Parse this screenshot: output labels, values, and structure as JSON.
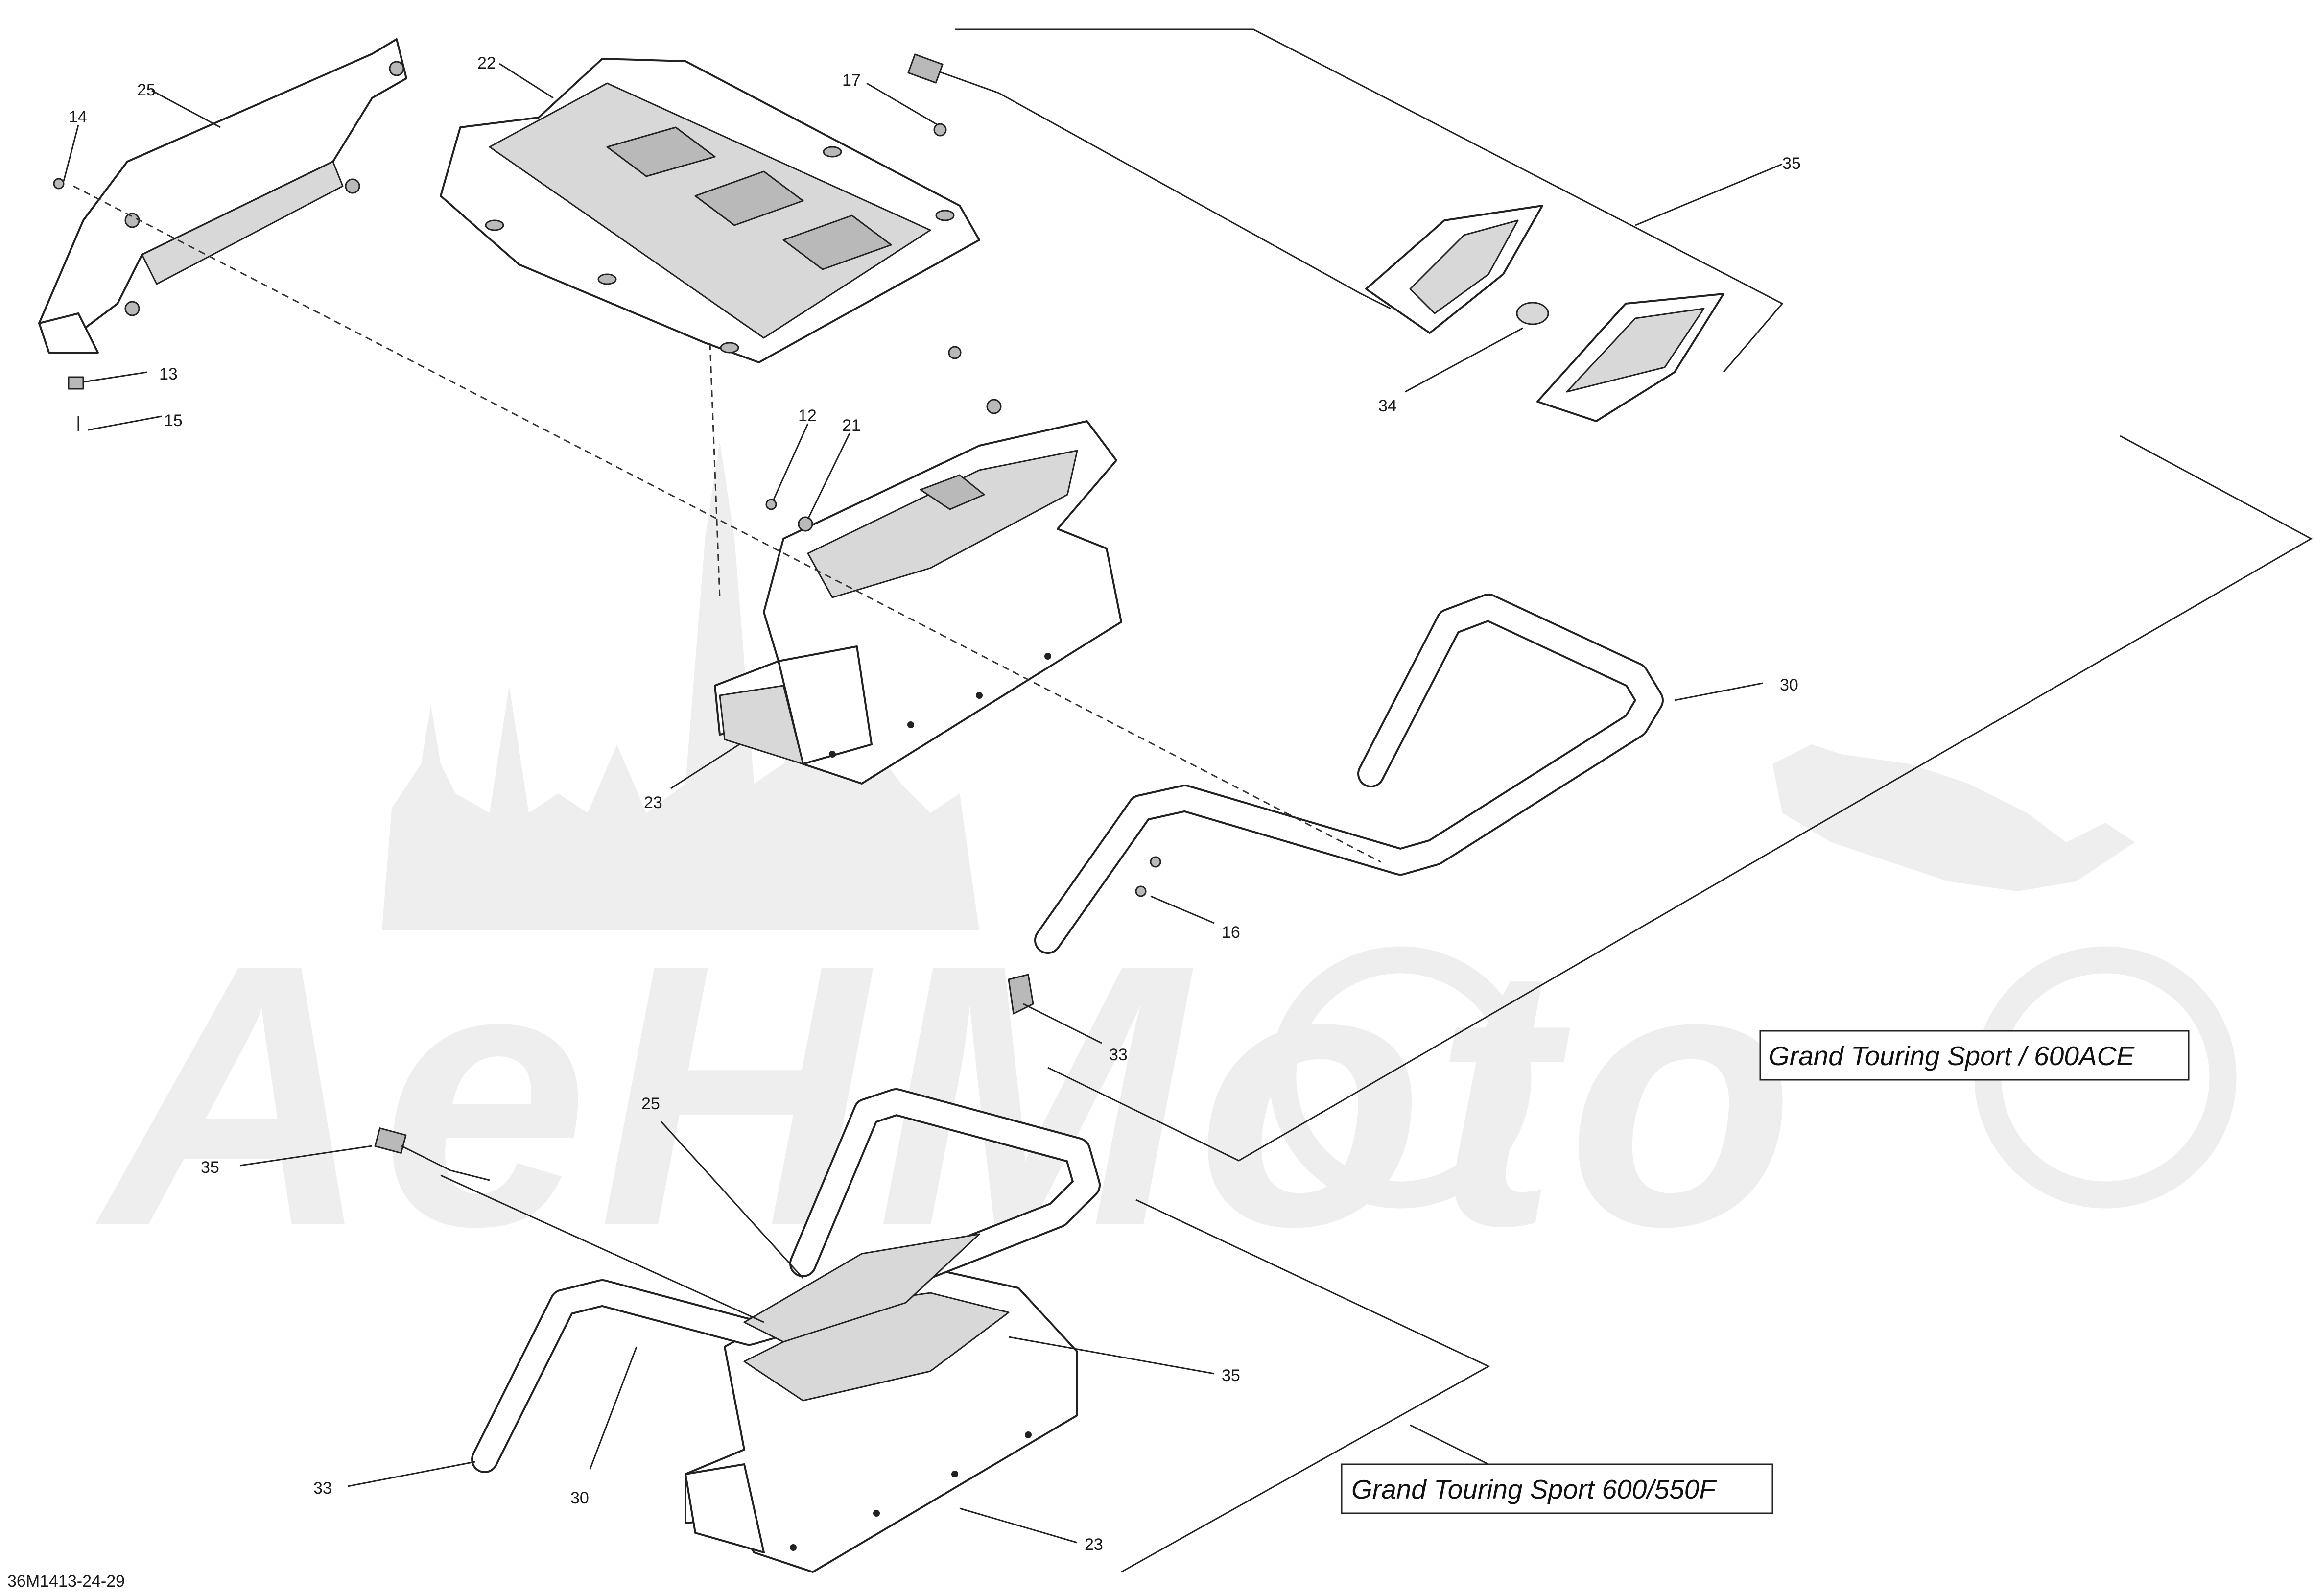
{
  "diagram": {
    "drawing_number": "36M1413-24-29",
    "watermark_text": "AeHMoto",
    "callouts": [
      "25",
      "22",
      "17",
      "14",
      "35",
      "13",
      "15",
      "12",
      "21",
      "34",
      "30",
      "23",
      "16",
      "33",
      "25",
      "35",
      "35",
      "33",
      "30",
      "23"
    ],
    "labels": {
      "top_variant": "Grand Touring Sport / 600ACE",
      "bottom_variant": "Grand Touring Sport 600/550F"
    }
  }
}
